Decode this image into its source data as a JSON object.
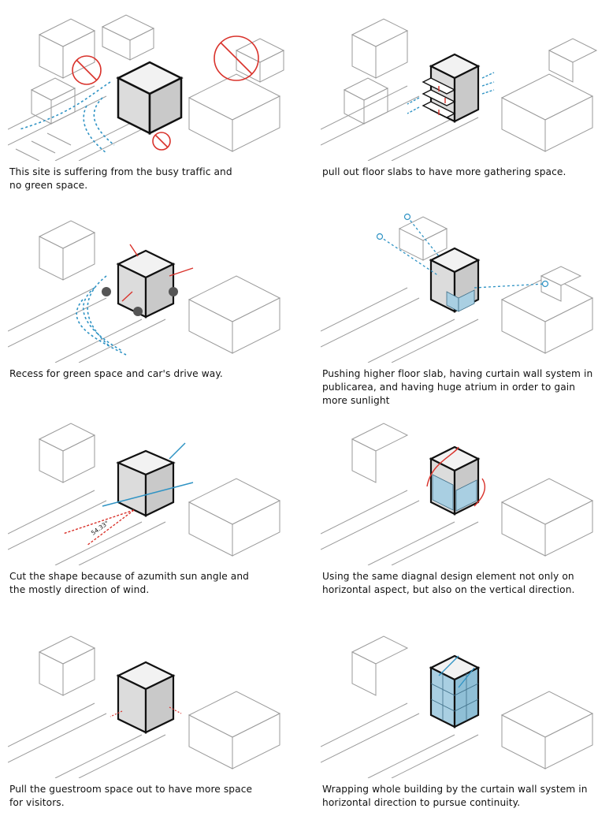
{
  "panels": [
    {
      "id": "p1",
      "caption": [
        "This site is suffering from the busy traffic and",
        "no green space."
      ]
    },
    {
      "id": "p2",
      "caption": [
        "pull out floor slabs to have more gathering space."
      ]
    },
    {
      "id": "p3",
      "caption": [
        "Recess for green space and car's drive way."
      ]
    },
    {
      "id": "p4",
      "caption": [
        "Pushing higher floor slab, having curtain wall system in",
        "publicarea, and having huge atrium in order to gain",
        "more sunlight"
      ]
    },
    {
      "id": "p5",
      "caption": [
        "Cut the shape because of azumith sun angle and",
        "the mostly direction of wind."
      ],
      "angle_label": "54.33°"
    },
    {
      "id": "p6",
      "caption": [
        "Using the same diagnal design element not only on",
        "horizontal aspect, but also on the vertical direction."
      ]
    },
    {
      "id": "p7",
      "caption": [
        "Pull the guestroom space out to have more space",
        "for visitors."
      ]
    },
    {
      "id": "p8",
      "caption": [
        "Wrapping whole building by the curtain wall system in",
        "horizontal direction to pursue continuity."
      ]
    }
  ],
  "colors": {
    "line": "#9a9a9a",
    "outline": "#111111",
    "wind": "#2f93c4",
    "red": "#d9322b",
    "glass": "#a9cfe2",
    "tree": "#555555"
  }
}
